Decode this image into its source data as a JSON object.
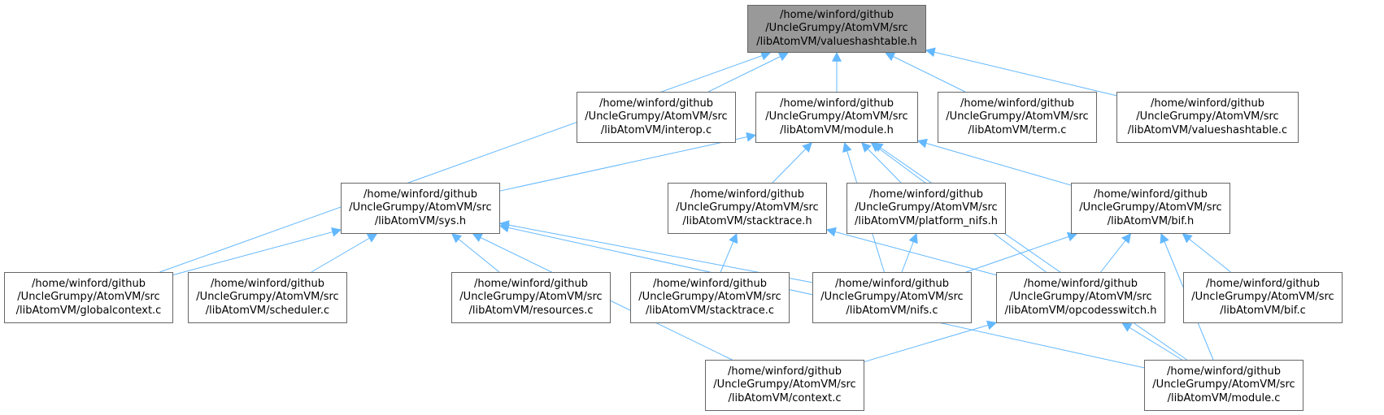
{
  "colors": {
    "edge": "#63b8ff",
    "node_border": "#666666",
    "node_fill": "#ffffff",
    "root_fill": "#999999"
  },
  "nodes": [
    {
      "id": "valueshashtable_h",
      "label": "/home/winford/github\n/UncleGrumpy/AtomVM/src\n/libAtomVM/valueshashtable.h"
    },
    {
      "id": "interop_c",
      "label": "/home/winford/github\n/UncleGrumpy/AtomVM/src\n/libAtomVM/interop.c"
    },
    {
      "id": "module_h",
      "label": "/home/winford/github\n/UncleGrumpy/AtomVM/src\n/libAtomVM/module.h"
    },
    {
      "id": "term_c",
      "label": "/home/winford/github\n/UncleGrumpy/AtomVM/src\n/libAtomVM/term.c"
    },
    {
      "id": "valueshashtable_c",
      "label": "/home/winford/github\n/UncleGrumpy/AtomVM/src\n/libAtomVM/valueshashtable.c"
    },
    {
      "id": "sys_h",
      "label": "/home/winford/github\n/UncleGrumpy/AtomVM/src\n/libAtomVM/sys.h"
    },
    {
      "id": "stacktrace_h",
      "label": "/home/winford/github\n/UncleGrumpy/AtomVM/src\n/libAtomVM/stacktrace.h"
    },
    {
      "id": "platform_nifs_h",
      "label": "/home/winford/github\n/UncleGrumpy/AtomVM/src\n/libAtomVM/platform_nifs.h"
    },
    {
      "id": "bif_h",
      "label": "/home/winford/github\n/UncleGrumpy/AtomVM/src\n/libAtomVM/bif.h"
    },
    {
      "id": "globalcontext_c",
      "label": "/home/winford/github\n/UncleGrumpy/AtomVM/src\n/libAtomVM/globalcontext.c"
    },
    {
      "id": "scheduler_c",
      "label": "/home/winford/github\n/UncleGrumpy/AtomVM/src\n/libAtomVM/scheduler.c"
    },
    {
      "id": "resources_c",
      "label": "/home/winford/github\n/UncleGrumpy/AtomVM/src\n/libAtomVM/resources.c"
    },
    {
      "id": "stacktrace_c",
      "label": "/home/winford/github\n/UncleGrumpy/AtomVM/src\n/libAtomVM/stacktrace.c"
    },
    {
      "id": "nifs_c",
      "label": "/home/winford/github\n/UncleGrumpy/AtomVM/src\n/libAtomVM/nifs.c"
    },
    {
      "id": "opcodesswitch_h",
      "label": "/home/winford/github\n/UncleGrumpy/AtomVM/src\n/libAtomVM/opcodesswitch.h"
    },
    {
      "id": "bif_c",
      "label": "/home/winford/github\n/UncleGrumpy/AtomVM/src\n/libAtomVM/bif.c"
    },
    {
      "id": "context_c",
      "label": "/home/winford/github\n/UncleGrumpy/AtomVM/src\n/libAtomVM/context.c"
    },
    {
      "id": "module_c",
      "label": "/home/winford/github\n/UncleGrumpy/AtomVM/src\n/libAtomVM/module.c"
    }
  ],
  "edges": [
    {
      "from": "interop_c",
      "to": "valueshashtable_h"
    },
    {
      "from": "module_h",
      "to": "valueshashtable_h"
    },
    {
      "from": "term_c",
      "to": "valueshashtable_h"
    },
    {
      "from": "valueshashtable_c",
      "to": "valueshashtable_h"
    },
    {
      "from": "globalcontext_c",
      "to": "valueshashtable_h"
    },
    {
      "from": "sys_h",
      "to": "module_h"
    },
    {
      "from": "stacktrace_h",
      "to": "module_h"
    },
    {
      "from": "platform_nifs_h",
      "to": "module_h"
    },
    {
      "from": "bif_h",
      "to": "module_h"
    },
    {
      "from": "nifs_c",
      "to": "module_h"
    },
    {
      "from": "opcodesswitch_h",
      "to": "module_h"
    },
    {
      "from": "module_c",
      "to": "module_h"
    },
    {
      "from": "globalcontext_c",
      "to": "sys_h"
    },
    {
      "from": "scheduler_c",
      "to": "sys_h"
    },
    {
      "from": "resources_c",
      "to": "sys_h"
    },
    {
      "from": "nifs_c",
      "to": "sys_h"
    },
    {
      "from": "context_c",
      "to": "sys_h"
    },
    {
      "from": "module_c",
      "to": "sys_h"
    },
    {
      "from": "stacktrace_c",
      "to": "stacktrace_h"
    },
    {
      "from": "opcodesswitch_h",
      "to": "stacktrace_h"
    },
    {
      "from": "nifs_c",
      "to": "platform_nifs_h"
    },
    {
      "from": "nifs_c",
      "to": "bif_h"
    },
    {
      "from": "opcodesswitch_h",
      "to": "bif_h"
    },
    {
      "from": "bif_c",
      "to": "bif_h"
    },
    {
      "from": "module_c",
      "to": "bif_h"
    },
    {
      "from": "context_c",
      "to": "opcodesswitch_h"
    },
    {
      "from": "module_c",
      "to": "opcodesswitch_h"
    }
  ]
}
